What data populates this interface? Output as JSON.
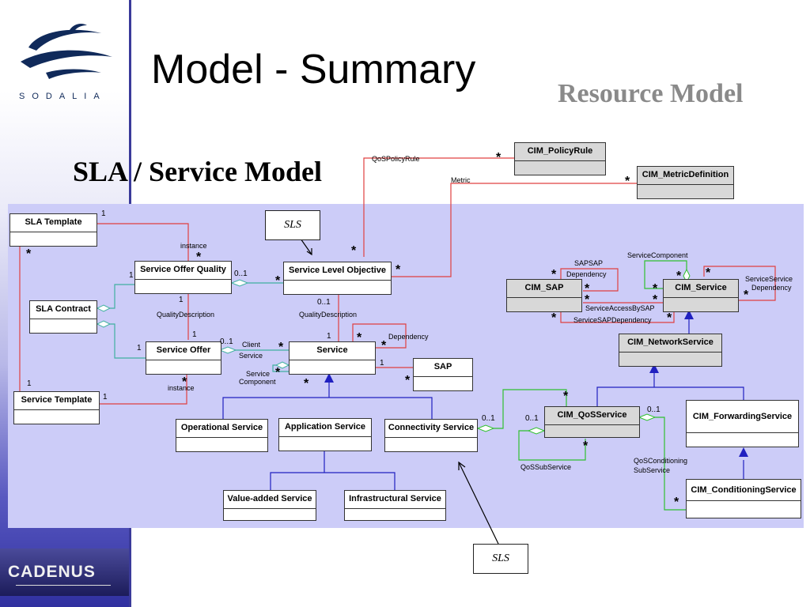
{
  "header": {
    "title": "Model - Summary",
    "subtitle": "Resource Model",
    "section_title": "SLA / Service Model"
  },
  "branding": {
    "logo_text": "SODALIA",
    "footer_logo": "CADENUS"
  },
  "colors": {
    "panel": "#ccccf8",
    "red_line": "#e04040",
    "green_line": "#30c030",
    "blue_line": "#2020c0",
    "cyan_line": "#40b0a0"
  },
  "classes": {
    "cim_policyrule": "CIM_PolicyRule",
    "cim_metricdefinition": "CIM_MetricDefinition",
    "sla_template": "SLA Template",
    "service_offer_quality": "Service Offer Quality",
    "service_level_objective": "Service Level Objective",
    "sla_contract": "SLA Contract",
    "service_offer": "Service Offer",
    "service": "Service",
    "sap": "SAP",
    "service_template": "Service Template",
    "operational_service": "Operational Service",
    "application_service": "Application Service",
    "connectivity_service": "Connectivity Service",
    "value_added_service": "Value-added Service",
    "infrastructural_service": "Infrastructural Service",
    "cim_sap": "CIM_SAP",
    "cim_service": "CIM_Service",
    "cim_networkservice": "CIM_NetworkService",
    "cim_qosservice": "CIM_QoSService",
    "cim_forwardingservice": "CIM_ForwardingService",
    "cim_conditioningservice": "CIM_ConditioningService"
  },
  "labels": {
    "qospolicyrule": "QoSPolicyRule",
    "metric": "Metric",
    "instance": "instance",
    "quality_description": "QualityDescription",
    "client_service": "Client\nService",
    "client": "Client",
    "service_word": "Service",
    "service_component_1": "Service",
    "service_component_2": "Component",
    "dependency": "Dependency",
    "sapsap": "SAPSAP",
    "sapsap_dependency": "Dependency",
    "service_component": "ServiceComponent",
    "service_access_by_sap": "ServiceAccessBySAP",
    "service_sap_dependency": "ServiceSAPDependency",
    "service_service": "ServiceService",
    "service_service_dep": "Dependency",
    "qos_sub_service": "QoSSubService",
    "qos_conditioning": "QoSConditioning",
    "sub_service": "SubService",
    "sls": "SLS"
  },
  "multiplicities": {
    "one": "1",
    "star": "*",
    "zero_one": "0..1"
  }
}
